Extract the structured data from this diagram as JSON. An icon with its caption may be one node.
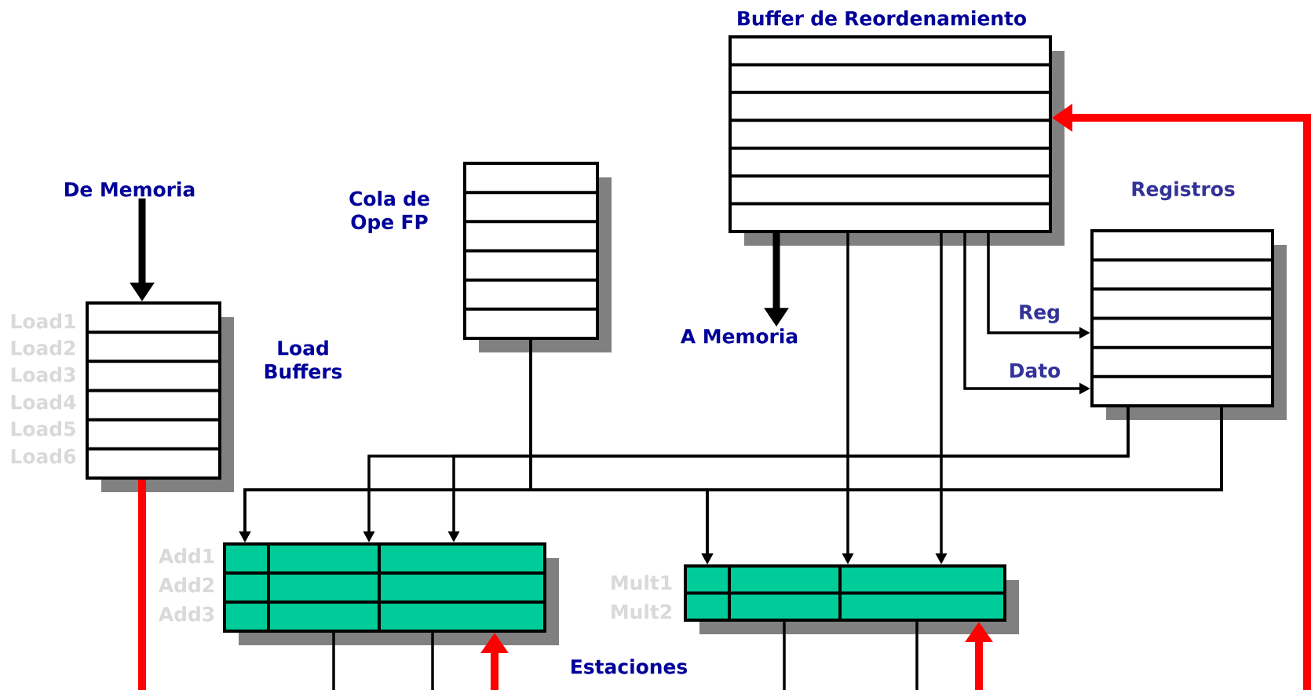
{
  "diagram": {
    "nodes": [
      {
        "text": [
          "Buffer de Reordenamiento"
        ]
      },
      {
        "text": [
          "Cola de Ope FP"
        ]
      },
      {
        "text": [
          "Load Buffers"
        ],
        "beside": [
          "Load1",
          "Load2",
          "Load3",
          "Load4",
          "Load5",
          "Load6"
        ]
      },
      {
        "text": [
          "Registros"
        ]
      },
      {
        "text": [],
        "shape": "box",
        "beside": [
          "Add1",
          "Add2",
          "Add3"
        ]
      },
      {
        "text": [],
        "shape": "box",
        "beside": [
          "Mult1",
          "Mult2"
        ]
      },
      {
        "text": [
          "De Memoria"
        ]
      },
      {
        "text": [
          "A Memoria"
        ]
      }
    ],
    "edges": [
      {
        "from": 6,
        "to": 2,
        "arrow": "to",
        "style": "thick"
      },
      {
        "from": 0,
        "to": 7,
        "arrow": "to",
        "style": "thick"
      },
      {
        "from": null,
        "to": 0,
        "arrow": "to",
        "style": "thick",
        "color": "#ff0000"
      },
      {
        "from": 0,
        "to": 3,
        "arrow": "to",
        "label": "Reg"
      },
      {
        "from": 0,
        "to": 3,
        "arrow": "to",
        "label": "Dato"
      },
      {
        "from": 0,
        "to": 5,
        "arrow": "to"
      },
      {
        "from": 0,
        "to": 5,
        "arrow": "to"
      },
      {
        "from": 3,
        "to": 4,
        "arrow": "to"
      },
      {
        "from": 3,
        "to": 4,
        "arrow": "to"
      },
      {
        "from": 3,
        "to": 4,
        "arrow": "to"
      },
      {
        "from": 3,
        "to": 5,
        "arrow": "to"
      },
      {
        "from": 1,
        "to": 4,
        "arrow": "to"
      },
      {
        "from": 1,
        "to": 5,
        "arrow": "to"
      },
      {
        "from": 2,
        "to": null,
        "arrow": "none",
        "style": "thick",
        "color": "#ff0000"
      },
      {
        "from": null,
        "to": 4,
        "arrow": "to",
        "style": "thick",
        "color": "#ff0000"
      },
      {
        "from": null,
        "to": 5,
        "arrow": "to",
        "style": "thick",
        "color": "#ff0000"
      },
      {
        "from": 4,
        "to": null,
        "arrow": "none"
      },
      {
        "from": 4,
        "to": null,
        "arrow": "none"
      },
      {
        "from": 5,
        "to": null,
        "arrow": "none"
      },
      {
        "from": 5,
        "to": null,
        "arrow": "none"
      }
    ],
    "labels": [
      "Estaciones"
    ]
  }
}
